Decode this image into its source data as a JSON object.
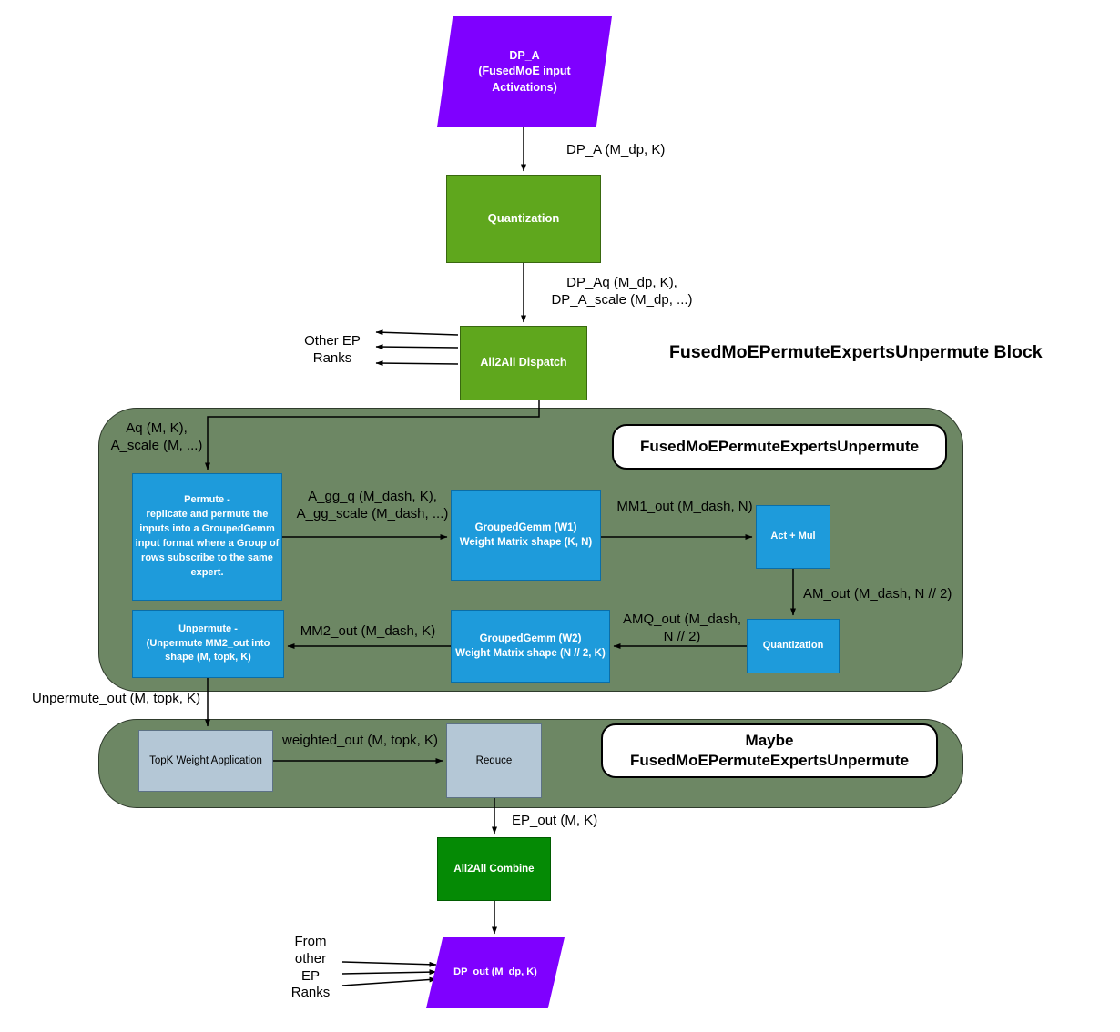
{
  "header": {
    "title": "FusedMoEPermuteExpertsUnpermute Block"
  },
  "nodes": {
    "dp_a": "DP_A\n(FusedMoE input\nActivations)",
    "quantization_top": "Quantization",
    "all2all_dispatch": "All2All Dispatch",
    "permute": "Permute -\nreplicate and permute the\ninputs into a GroupedGemm\ninput format where a Group of\nrows subscribe to the same\nexpert.",
    "grouped_gemm_w1": "GroupedGemm (W1)\nWeight Matrix shape (K, N)",
    "act_mul": "Act + Mul",
    "quantization_inner": "Quantization",
    "grouped_gemm_w2": "GroupedGemm (W2)\nWeight Matrix shape (N // 2, K)",
    "unpermute": "Unpermute -\n(Unpermute MM2_out into\nshape (M, topk, K)",
    "topk_weight_application": "TopK Weight Application",
    "reduce": "Reduce",
    "all2all_combine": "All2All Combine",
    "dp_out": "DP_out (M_dp, K)"
  },
  "group_labels": {
    "fused_block": "FusedMoEPermuteExpertsUnpermute",
    "maybe_block": "Maybe\nFusedMoEPermuteExpertsUnpermute"
  },
  "edge_labels": {
    "dp_a": "DP_A (M_dp, K)",
    "dp_aq": "DP_Aq (M_dp, K),\nDP_A_scale (M_dp, ...)",
    "other_ep_ranks": "Other EP\nRanks",
    "aq": "Aq (M, K),\nA_scale (M, ...)",
    "a_gg": "A_gg_q (M_dash, K),\nA_gg_scale (M_dash, ...)",
    "mm1_out": "MM1_out (M_dash, N)",
    "am_out": "AM_out (M_dash, N // 2)",
    "amq_out": "AMQ_out (M_dash,\nN // 2)",
    "mm2_out": "MM2_out (M_dash, K)",
    "unpermute_out": "Unpermute_out (M, topk, K)",
    "weighted_out": "weighted_out (M, topk, K)",
    "ep_out": "EP_out (M, K)",
    "from_other_ep_ranks": "From\nother\nEP\nRanks"
  },
  "colors": {
    "purple": "#7F00FF",
    "green": "#5FA71D",
    "dark_green": "#058A05",
    "container_green": "#6D8764",
    "blue": "#1E9BDB",
    "gray_blue": "#B4C7D6"
  }
}
